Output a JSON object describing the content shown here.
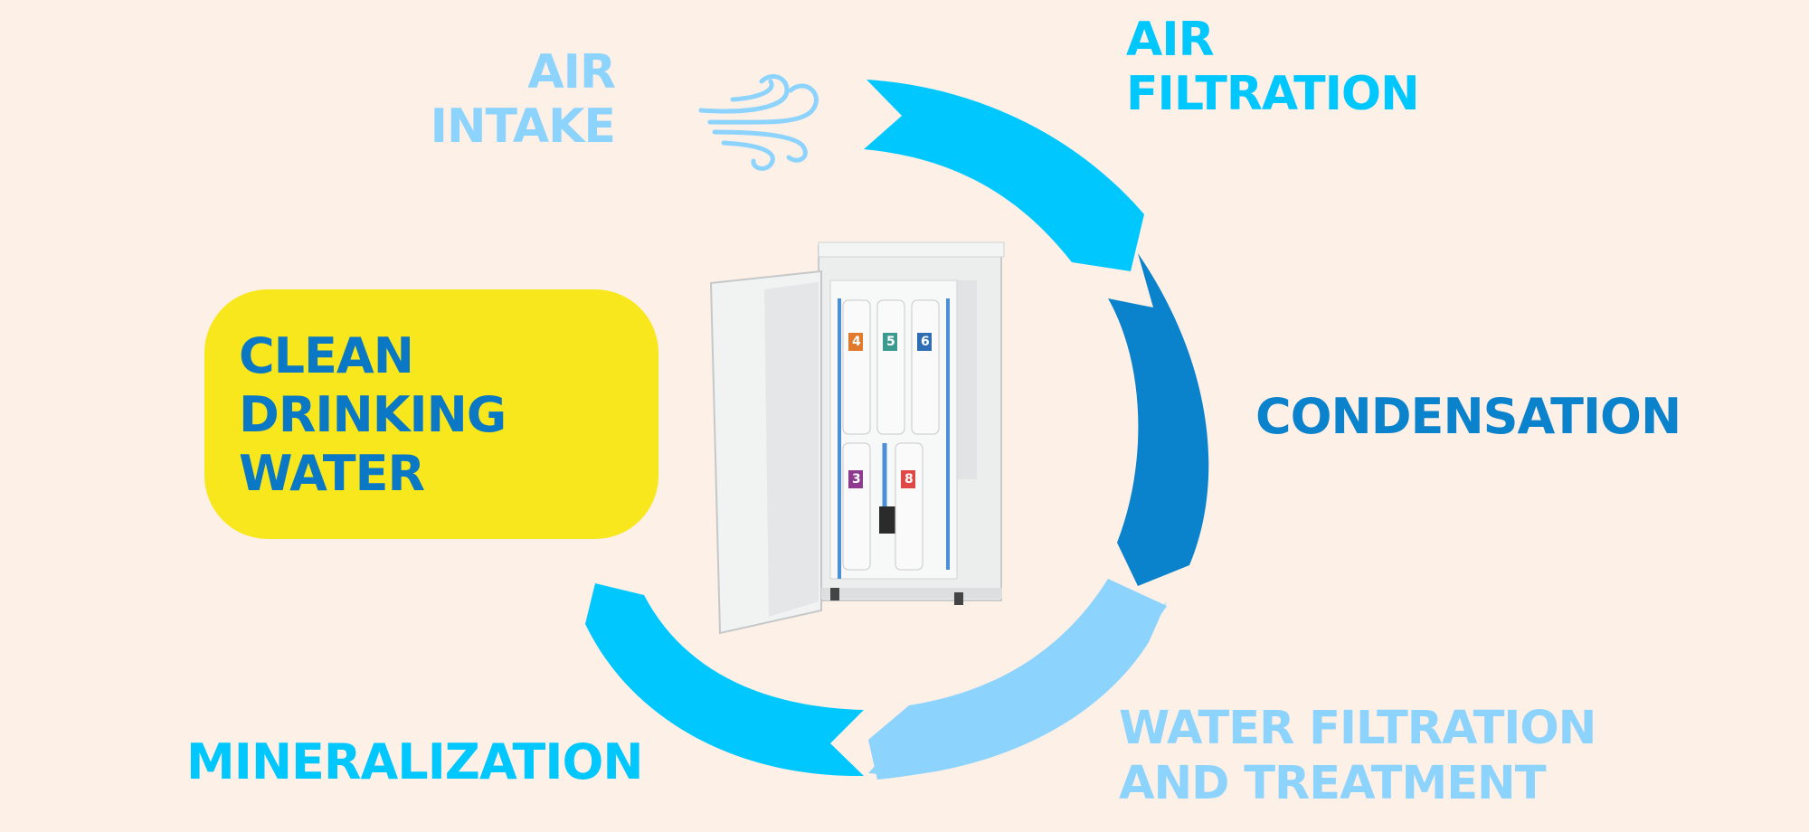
{
  "labels": {
    "air_intake": [
      "AIR",
      "INTAKE"
    ],
    "air_filtration": [
      "AIR",
      "FILTRATION"
    ],
    "condensation": "CONDENSATION",
    "water_filtration": [
      "WATER FILTRATION",
      "AND TREATMENT"
    ],
    "mineralization": "MINERALIZATION",
    "clean_water": [
      "CLEAN",
      "DRINKING",
      "WATER"
    ]
  },
  "machine": {
    "filter_numbers": [
      "4",
      "5",
      "6",
      "3",
      "8"
    ],
    "filter_colors": [
      "#e07b2e",
      "#3d9a8f",
      "#2f6eb5",
      "#8e3a8e",
      "#e04848"
    ]
  },
  "icons": [
    "wind-icon",
    "water-glass-icon"
  ],
  "colors": {
    "background": "#fdf0e6",
    "light_blue": "#8cd3fd",
    "cyan": "#00c8ff",
    "dark_blue": "#0a82cc",
    "yellow": "#f8e71c",
    "text_blue": "#0a78c4"
  }
}
